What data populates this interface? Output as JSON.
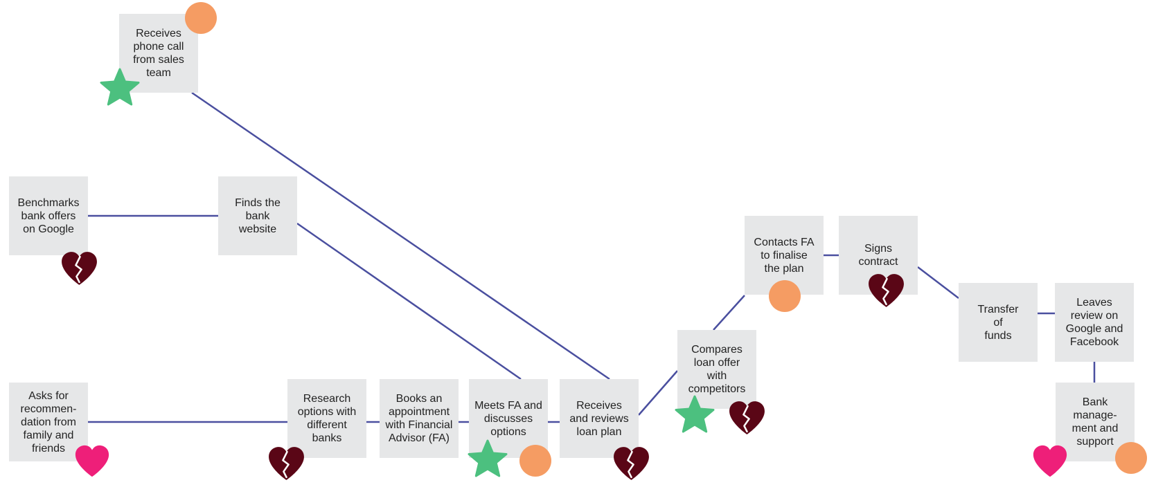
{
  "colors": {
    "connector": "#4a4f9f",
    "node_fill": "#e6e7e8",
    "star": "#4cc07f",
    "circle": "#f59c63",
    "heart": "#ee1f79",
    "broken_heart": "#5a0616"
  },
  "nodes": [
    {
      "id": "phone-call",
      "label": "Receives\nphone call\nfrom sales\nteam"
    },
    {
      "id": "benchmarks",
      "label": "Benchmarks\nbank offers\non Google"
    },
    {
      "id": "finds-website",
      "label": "Finds the\nbank\nwebsite"
    },
    {
      "id": "asks-recommendation",
      "label": "Asks for\nrecommen-\ndation from\nfamily and\nfriends"
    },
    {
      "id": "research-options",
      "label": "Research\noptions with\ndifferent\nbanks"
    },
    {
      "id": "books-appointment",
      "label": "Books an\nappointment\nwith Financial\nAdvisor (FA)"
    },
    {
      "id": "meets-fa",
      "label": "Meets FA and\ndiscusses\noptions"
    },
    {
      "id": "receives-plan",
      "label": "Receives\nand reviews\nloan plan"
    },
    {
      "id": "compares-offer",
      "label": "Compares\nloan offer\nwith\ncompetitors"
    },
    {
      "id": "contacts-fa",
      "label": "Contacts FA\nto finalise\nthe plan"
    },
    {
      "id": "signs-contract",
      "label": "Signs\ncontract"
    },
    {
      "id": "transfer-funds",
      "label": "Transfer\nof\nfunds"
    },
    {
      "id": "leaves-review",
      "label": "Leaves\nreview on\nGoogle and\nFacebook"
    },
    {
      "id": "bank-management",
      "label": "Bank\nmanage-\nment and\nsupport"
    }
  ],
  "icons": [
    {
      "node": "phone-call",
      "type": "circle"
    },
    {
      "node": "phone-call",
      "type": "star"
    },
    {
      "node": "benchmarks",
      "type": "broken-heart"
    },
    {
      "node": "asks-recommendation",
      "type": "heart"
    },
    {
      "node": "research-options",
      "type": "broken-heart"
    },
    {
      "node": "meets-fa",
      "type": "star"
    },
    {
      "node": "meets-fa",
      "type": "circle"
    },
    {
      "node": "receives-plan",
      "type": "broken-heart"
    },
    {
      "node": "compares-offer",
      "type": "star"
    },
    {
      "node": "compares-offer",
      "type": "broken-heart"
    },
    {
      "node": "contacts-fa",
      "type": "circle"
    },
    {
      "node": "signs-contract",
      "type": "broken-heart"
    },
    {
      "node": "bank-management",
      "type": "heart"
    },
    {
      "node": "bank-management",
      "type": "circle"
    }
  ],
  "connections": [
    [
      "benchmarks",
      "finds-website"
    ],
    [
      "finds-website",
      "meets-fa"
    ],
    [
      "phone-call",
      "receives-plan"
    ],
    [
      "asks-recommendation",
      "research-options"
    ],
    [
      "research-options",
      "books-appointment"
    ],
    [
      "books-appointment",
      "meets-fa"
    ],
    [
      "meets-fa",
      "receives-plan"
    ],
    [
      "receives-plan",
      "compares-offer"
    ],
    [
      "compares-offer",
      "contacts-fa"
    ],
    [
      "contacts-fa",
      "signs-contract"
    ],
    [
      "signs-contract",
      "transfer-funds"
    ],
    [
      "transfer-funds",
      "leaves-review"
    ],
    [
      "leaves-review",
      "bank-management"
    ]
  ]
}
